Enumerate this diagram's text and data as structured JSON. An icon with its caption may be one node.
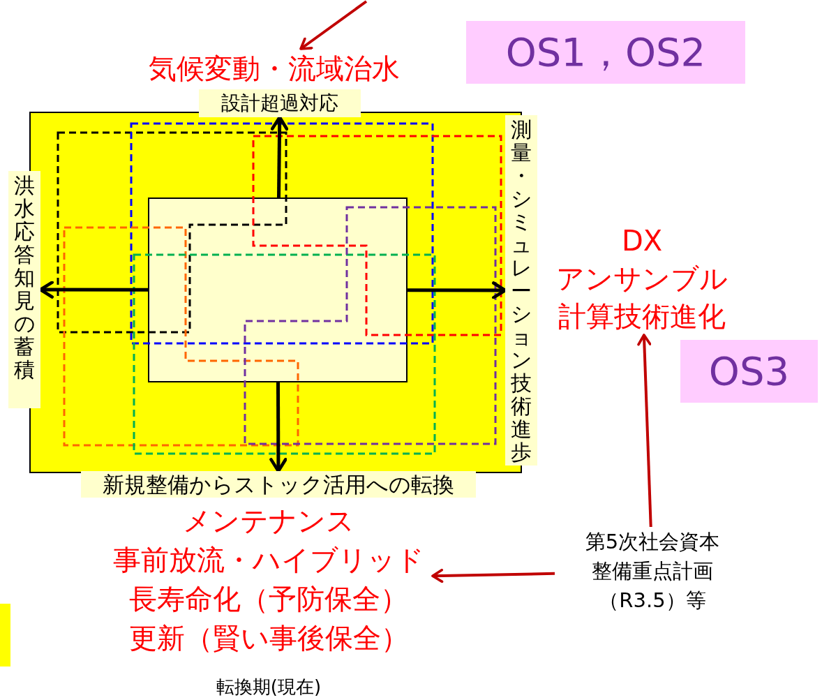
{
  "diagram": {
    "nodes": [
      {
        "text": [],
        "shape": "box"
      },
      {
        "text": [],
        "shape": "box",
        "in": 0
      },
      {
        "text": [
          "設計超過対応"
        ]
      },
      {
        "text": [
          "洪水応答知見の蓄積"
        ]
      },
      {
        "text": [
          "測量・シミュレーション技術進歩"
        ]
      },
      {
        "text": [
          "新規整備からストック活用への転換"
        ]
      },
      {
        "text": [
          "気候変動・流域治水"
        ]
      },
      {
        "text": [
          "DX",
          "アンサンブル",
          "計算技術進化"
        ]
      },
      {
        "text": [
          "メンテナンス",
          "事前放流・ハイブリッド",
          "長寿命化（予防保全）",
          "更新（賢い事後保全）"
        ]
      },
      {
        "text": [
          "第5次社会資本",
          "整備重点計画",
          "（R3.5）等"
        ]
      },
      {
        "text": [
          "OS1，OS2"
        ]
      },
      {
        "text": [
          "OS3"
        ]
      },
      {
        "text": [],
        "shape": "bar"
      }
    ],
    "edges": [
      {
        "from": 1,
        "to": 2,
        "arrow": "to"
      },
      {
        "from": 1,
        "to": 3,
        "arrow": "to"
      },
      {
        "from": 1,
        "to": 4,
        "arrow": "to"
      },
      {
        "from": 1,
        "to": 5,
        "arrow": "to"
      },
      {
        "from": null,
        "to": 6,
        "arrow": "to",
        "color": "#c00000"
      },
      {
        "from": 9,
        "to": 7,
        "arrow": "to",
        "color": "#c00000"
      },
      {
        "from": 9,
        "to": 8,
        "arrow": "to",
        "color": "#c00000"
      }
    ],
    "labels": [
      "転換期(現在)"
    ]
  }
}
